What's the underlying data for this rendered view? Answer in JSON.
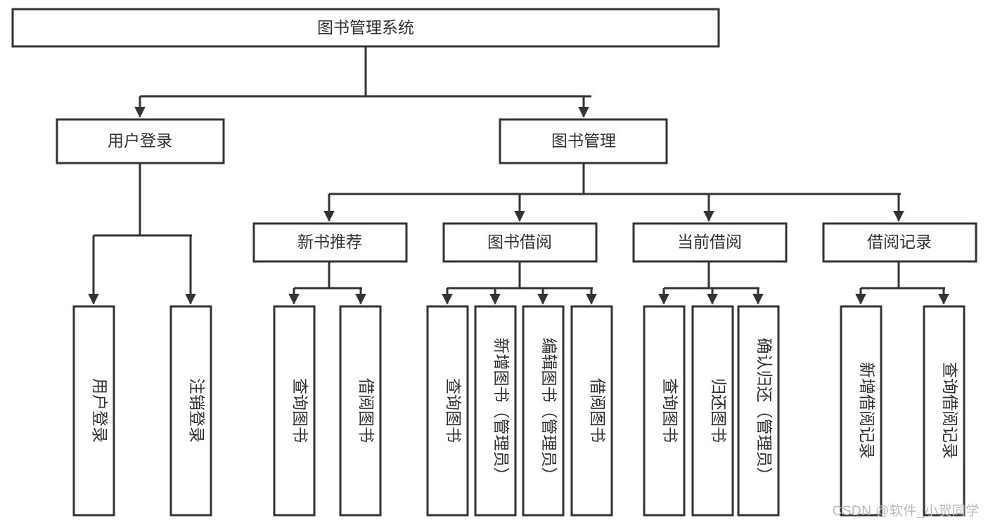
{
  "diagram": {
    "title_box": {
      "label": "图书管理系统"
    },
    "level2": [
      {
        "id": "user-login",
        "label": "用户登录"
      },
      {
        "id": "book-manage",
        "label": "图书管理"
      }
    ],
    "level3": [
      {
        "id": "new-book-recommend",
        "label": "新书推荐"
      },
      {
        "id": "book-borrow",
        "label": "图书借阅"
      },
      {
        "id": "current-borrow",
        "label": "当前借阅"
      },
      {
        "id": "borrow-record",
        "label": "借阅记录"
      }
    ],
    "leaves": [
      {
        "id": "leaf-user-login",
        "label": "用户登录"
      },
      {
        "id": "leaf-user-logout",
        "label": "注销登录"
      },
      {
        "id": "leaf-query-book-1",
        "label": "查询图书"
      },
      {
        "id": "leaf-borrow-book-1",
        "label": "借阅图书"
      },
      {
        "id": "leaf-query-book-2",
        "label": "查询图书"
      },
      {
        "id": "leaf-add-book",
        "label": "新增图书（管理员）"
      },
      {
        "id": "leaf-edit-book",
        "label": "编辑图书（管理员）"
      },
      {
        "id": "leaf-borrow-book-2",
        "label": "借阅图书"
      },
      {
        "id": "leaf-query-book-3",
        "label": "查询图书"
      },
      {
        "id": "leaf-return-book",
        "label": "归还图书"
      },
      {
        "id": "leaf-confirm-return",
        "label": "确认归还（管理员）"
      },
      {
        "id": "leaf-add-borrow-record",
        "label": "新增借阅记录"
      },
      {
        "id": "leaf-query-borrow-record",
        "label": "查询借阅记录"
      }
    ]
  },
  "watermark": {
    "text": "CSDN @软件_小贺同学"
  },
  "colors": {
    "stroke": "#333333",
    "box_fill": "#ffffff",
    "text": "#2f2f2f",
    "watermark": "#b9b9b9"
  }
}
